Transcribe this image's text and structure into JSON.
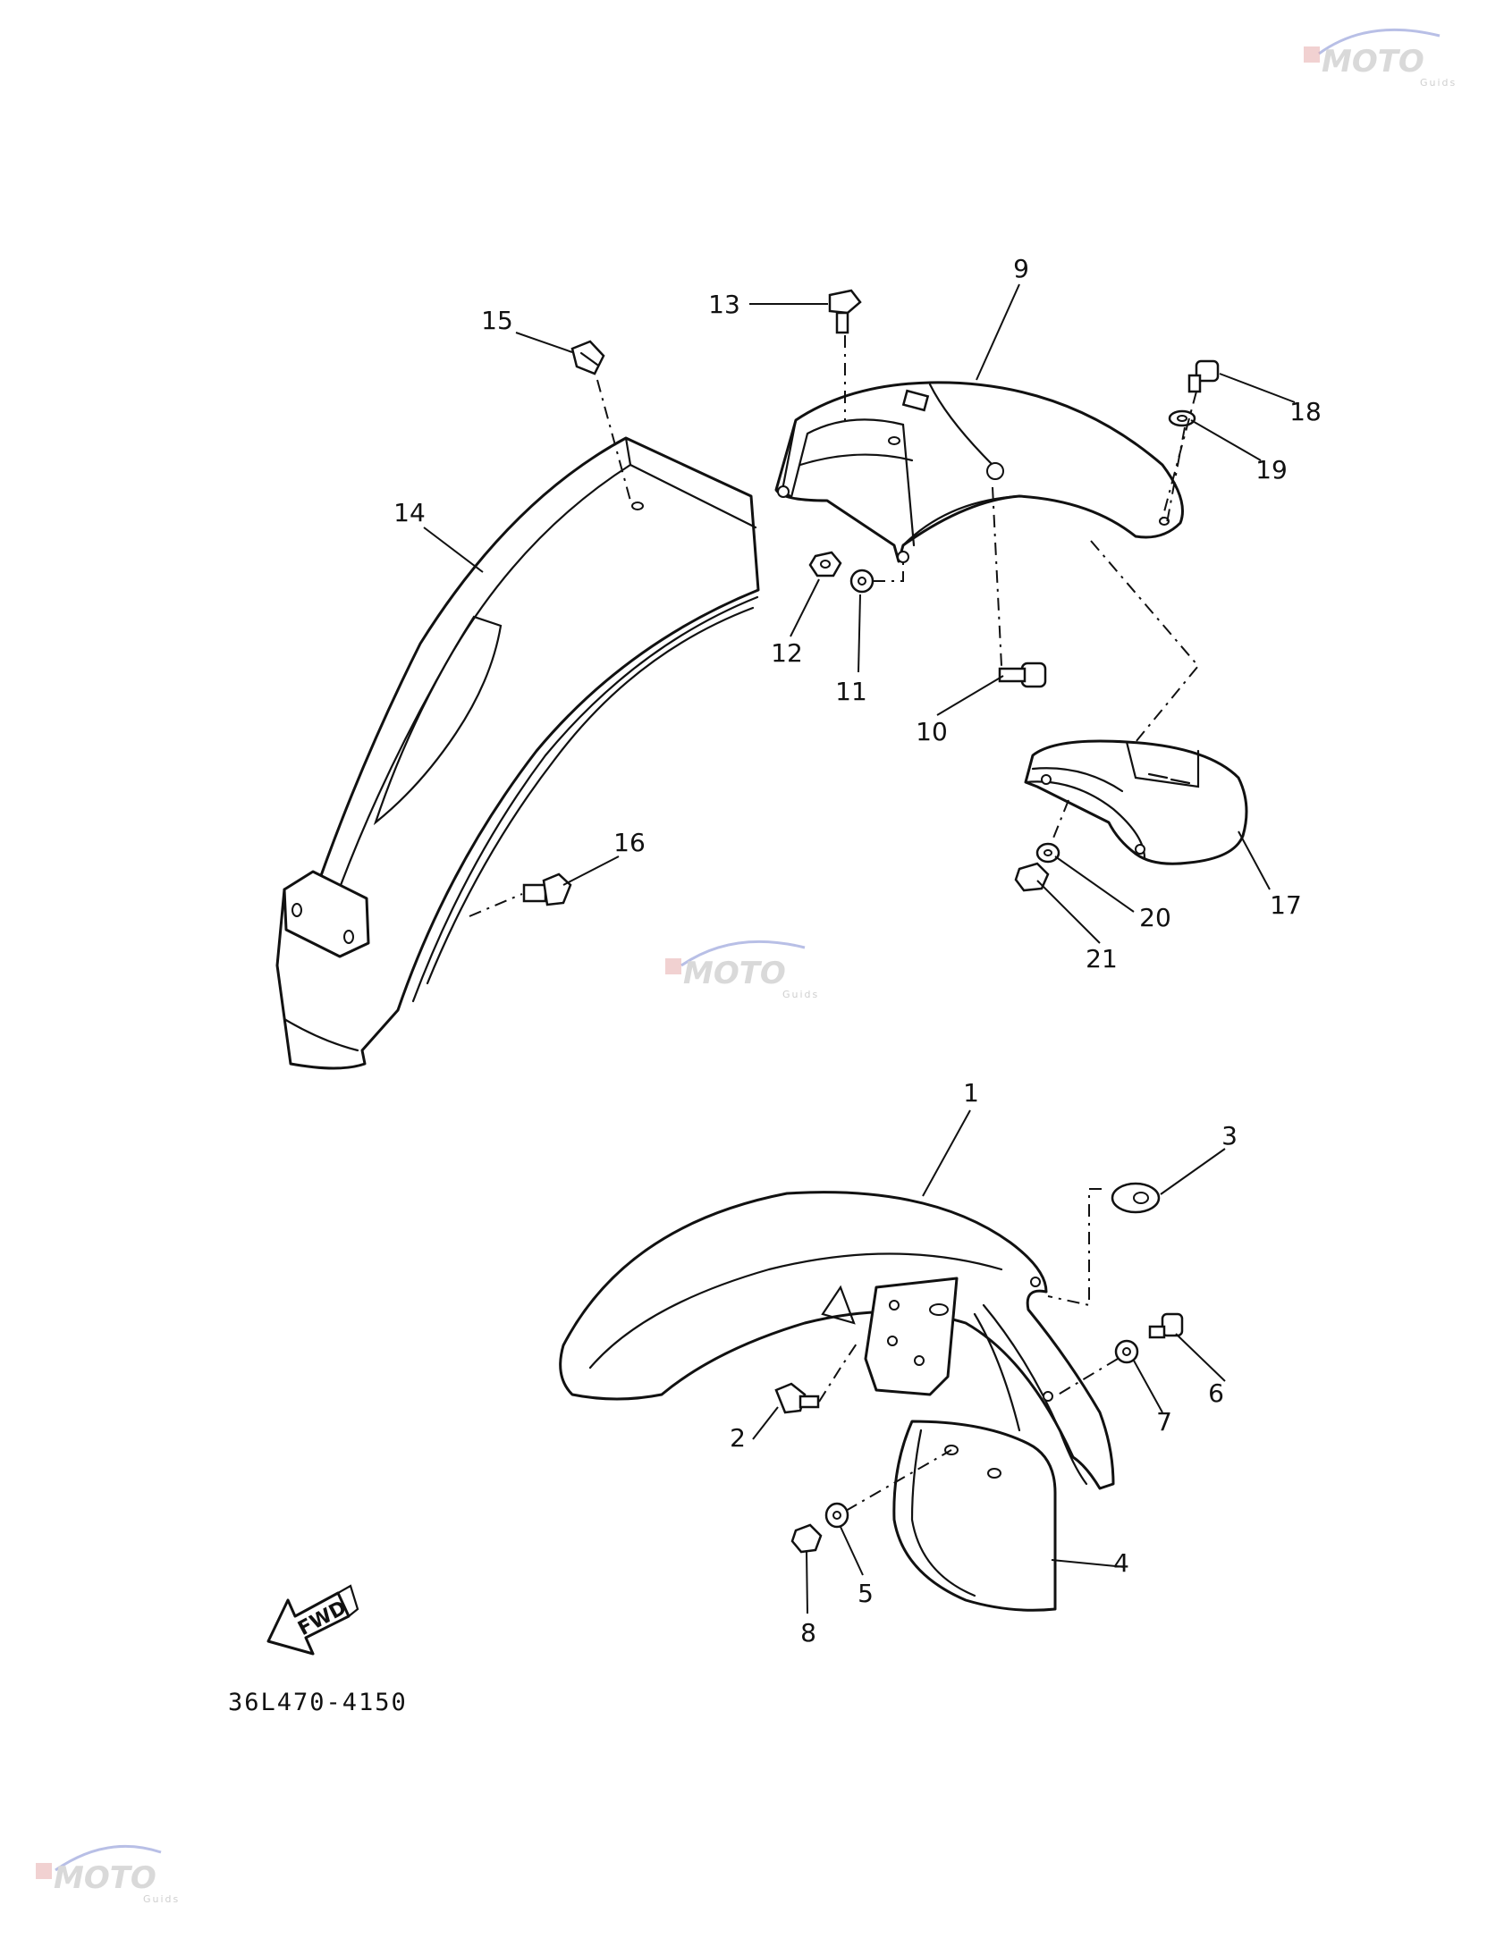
{
  "watermark": {
    "brand": "MOTO",
    "sub": "Guids"
  },
  "callouts": {
    "c1": "1",
    "c2": "2",
    "c3": "3",
    "c4": "4",
    "c5": "5",
    "c6": "6",
    "c7": "7",
    "c8": "8",
    "c9": "9",
    "c10": "10",
    "c11": "11",
    "c12": "12",
    "c13": "13",
    "c14": "14",
    "c15": "15",
    "c16": "16",
    "c17": "17",
    "c18": "18",
    "c19": "19",
    "c20": "20",
    "c21": "21"
  },
  "fwd_label": "FWD",
  "diagram_code": "36L470-4150"
}
